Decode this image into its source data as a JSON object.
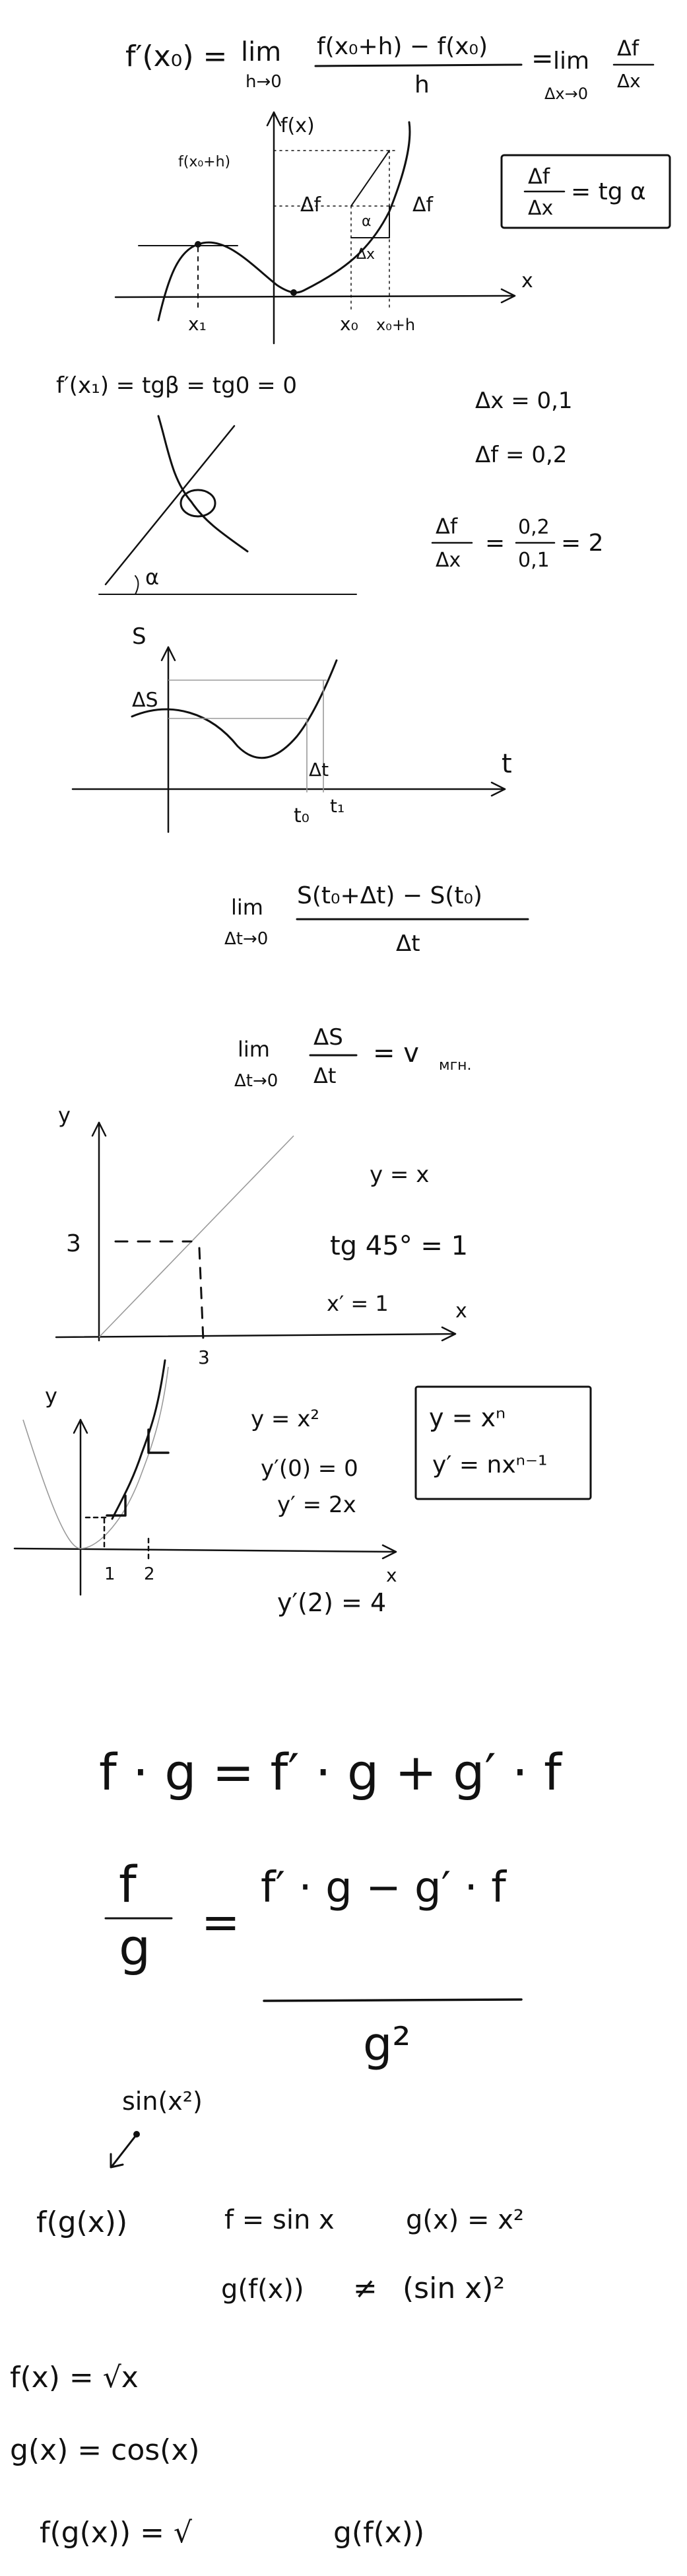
{
  "page": {
    "background": "#ffffff",
    "ink": "#111111",
    "guide": "#9a9a9a"
  },
  "s1": {
    "deriv_def": "f′(x₀) = lim  f(x₀+h) − f(x₀) / h = lim Δf / Δx",
    "lim_h": "lim",
    "h_to_0": "h→0",
    "fraction_top": "f(x₀+h) − f(x₀)",
    "fraction_bottom": "h",
    "lim_dx": "lim",
    "dx_to_0": "Δx→0",
    "df": "Δf",
    "dx": "Δx",
    "lhs": "f′(x₀) =",
    "eq": "=",
    "boxed_top": "Δf",
    "boxed_bottom": "Δx",
    "boxed_rhs": "= tg α",
    "axis_fx": "f(x)",
    "label_fx0h": "f(x₀+h)",
    "label_df_left": "Δf",
    "label_df_right": "Δf",
    "label_dx_small": "Δx",
    "label_alpha_small": "α",
    "axis_x": "x",
    "x1": "x₁",
    "x0": "x₀",
    "x0h": "x₀+h",
    "tangent_zero": "f′(x₁) = tgβ = tg0 = 0"
  },
  "s2": {
    "dx_val": "Δx = 0,1",
    "df_val": "Δf = 0,2",
    "ratio_top": "Δf",
    "ratio_bottom": "Δx",
    "ratio_mid": "=",
    "num_top": "0,2",
    "num_bottom": "0,1",
    "ratio_result": "= 2",
    "alpha": "α"
  },
  "s3": {
    "axis_s": "S",
    "delta_s": "ΔS",
    "delta_t": "Δt",
    "axis_t": "t",
    "t0": "t₀",
    "t1": "t₁"
  },
  "s4": {
    "lim": "lim",
    "dt_to_0": "Δt→0",
    "top": "S(t₀+Δt) − S(t₀)",
    "bottom": "Δt",
    "lim2": "lim",
    "dt_to_0_b": "Δt→0",
    "top2": "ΔS",
    "bottom2": "Δt",
    "result": "= v",
    "result_sub": "мгн."
  },
  "s5": {
    "axis_y": "y",
    "axis_x": "x",
    "y_eq_x": "y = x",
    "tg45": "tg 45° = 1",
    "x_prime": "x′ = 1",
    "three_y": "3",
    "three_x": "3"
  },
  "s6": {
    "axis_y": "y",
    "axis_x": "x",
    "y_eq_x2": "y = x²",
    "y0": "y′(0) = 0",
    "y2x": "y′ = 2x",
    "y_at_2": "y′(2) = 4",
    "tick_1": "1",
    "tick_2": "2",
    "box_line1": "y = xⁿ",
    "box_line2": "y′ = nxⁿ⁻¹"
  },
  "s7": {
    "product": "f · g = f′ · g + g′ · f",
    "quot_top_left": "f",
    "quot_bottom_left": "g",
    "quot_eq": "=",
    "quot_top": "f′ · g − g′ · f",
    "quot_bottom": "g²"
  },
  "s8": {
    "sin_x2": "sin(x²)",
    "fg": "f(g(x))",
    "f_sin": "f = sin x",
    "g_x2": "g(x) = x²",
    "gf": "g(f(x))",
    "neq": "≠",
    "sin_sq": "(sin x)²"
  },
  "s9": {
    "f_sqrt": "f(x) = √x",
    "g_cos": "g(x) = cos(x)",
    "fg": "f(g(x)) = √",
    "gf": "g(f(x))"
  }
}
